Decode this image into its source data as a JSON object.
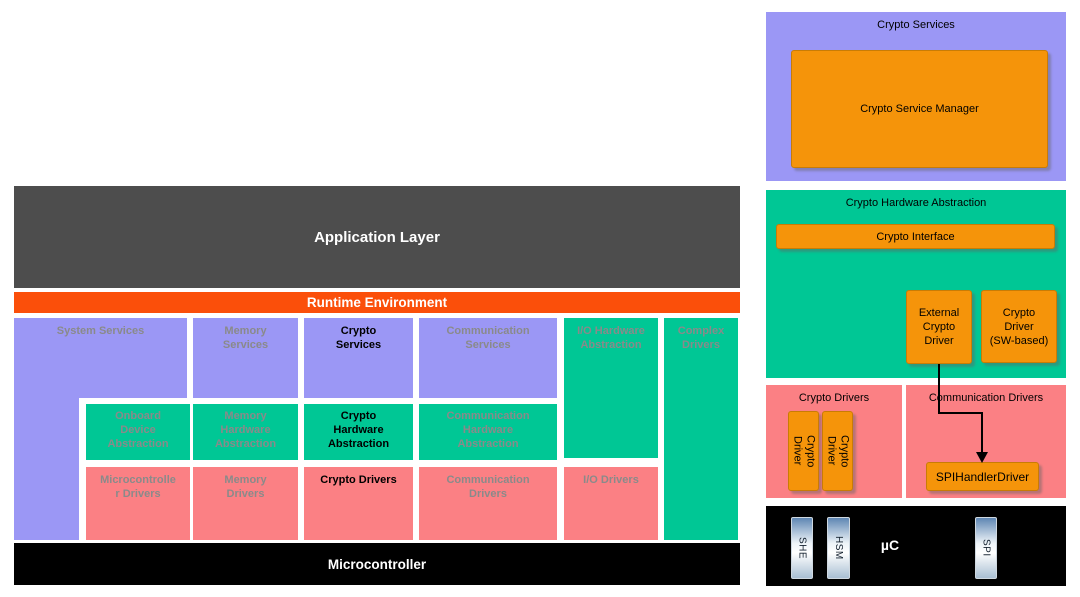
{
  "colors": {
    "purple": "#9B97F5",
    "green": "#00C795",
    "pink": "#FB8084",
    "orange_red": "#FB4F0A",
    "orange": "#F5940A",
    "dark_gray": "#4D4D4D",
    "black": "#000000",
    "muted_text": "#8A8A8A"
  },
  "left": {
    "application_layer": "Application Layer",
    "runtime_environment": "Runtime Environment",
    "system_services": "System Services",
    "memory_services": "Memory\nServices",
    "crypto_services": "Crypto\nServices",
    "communication_services": "Communication\nServices",
    "io_hw_abstraction": "I/O Hardware\nAbstraction",
    "complex_drivers": "Complex\nDrivers",
    "onboard_device_abstraction": "Onboard\nDevice\nAbstraction",
    "memory_hw_abstraction": "Memory\nHardware\nAbstraction",
    "crypto_hw_abstraction": "Crypto\nHardware\nAbstraction",
    "communication_hw_abstraction": "Communication\nHardware\nAbstraction",
    "microcontroller_drivers": "Microcontrolle\nr Drivers",
    "memory_drivers": "Memory\nDrivers",
    "crypto_drivers": "Crypto Drivers",
    "communication_drivers": "Communication\nDrivers",
    "io_drivers": "I/O Drivers",
    "microcontroller": "Microcontroller"
  },
  "right": {
    "crypto_services_title": "Crypto Services",
    "crypto_service_manager": "Crypto Service Manager",
    "crypto_hw_abstraction_title": "Crypto Hardware Abstraction",
    "crypto_interface": "Crypto Interface",
    "external_crypto_driver": "External\nCrypto\nDriver",
    "crypto_driver_sw_based": "Crypto\nDriver\n(SW-based)",
    "crypto_drivers_title": "Crypto Drivers",
    "crypto_driver_vertical_1": "Crypto\nDriver",
    "crypto_driver_vertical_2": "Crypto\nDriver",
    "communication_drivers_title": "Communication Drivers",
    "spi_handler_driver": "SPIHandlerDriver",
    "microcontroller_label": "µC",
    "she": "SHE",
    "hsm": "HSM",
    "spi": "SPI"
  }
}
